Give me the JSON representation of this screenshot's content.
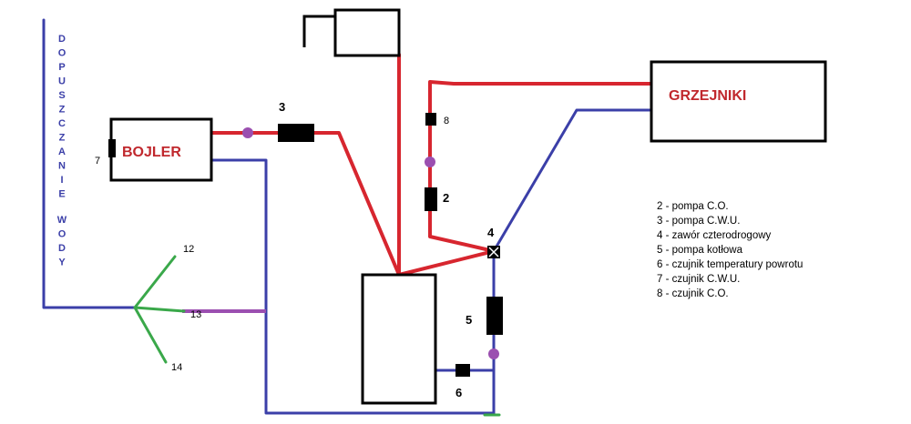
{
  "labels": {
    "bojler": "BOJLER",
    "grzejniki": "GRZEJNIKI",
    "vertical_text": "DOPUSZCZANIE WODY",
    "n2": "2",
    "n3": "3",
    "n4": "4",
    "n5": "5",
    "n6": "6",
    "n7": "7",
    "n8": "8",
    "n12": "12",
    "n13": "13",
    "n14": "14"
  },
  "legend": [
    "2 - pompa C.O.",
    "3 - pompa C.W.U.",
    "4 - zawór czterodrogowy",
    "5 - pompa kotłowa",
    "6 - czujnik temperatury powrotu",
    "7 - czujnik C.W.U.",
    "8 - czujnik C.O."
  ],
  "colors": {
    "hot_pipe": "#d7262f",
    "return_pipe": "#3b3fa8",
    "drain_pipe": "#3aa84a",
    "sensor": "#9b4fb0"
  }
}
